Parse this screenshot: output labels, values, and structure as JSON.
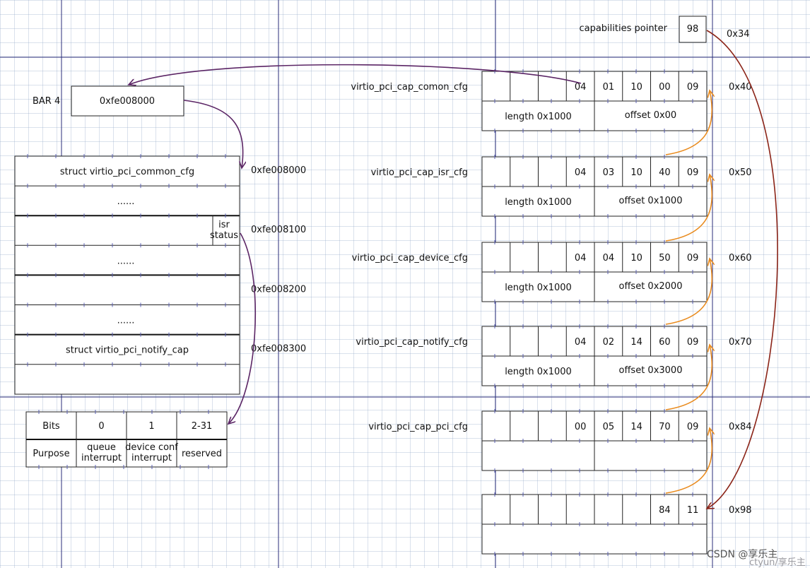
{
  "colors": {
    "purple_arrow": "#5b2565",
    "orange_arrow": "#e98b1e",
    "darkred_arrow": "#8b2418",
    "guide_line": "#2b2e7a"
  },
  "header": {
    "cap_pointer_label": "capabilities pointer",
    "cap_pointer_value": "98",
    "cap_pointer_offset": "0x34"
  },
  "bar4": {
    "label": "BAR 4",
    "value": "0xfe008000"
  },
  "memory_map": {
    "rows": [
      {
        "text": "struct virtio_pci_common_cfg",
        "addr": "0xfe008000"
      },
      {
        "text": "......",
        "addr": ""
      },
      {
        "text": "",
        "addr": "0xfe008100",
        "side_cell": [
          "isr",
          "status"
        ]
      },
      {
        "text": "......",
        "addr": ""
      },
      {
        "text": "",
        "addr": "0xfe008200"
      },
      {
        "text": "......",
        "addr": ""
      },
      {
        "text": "struct virtio_pci_notify_cap",
        "addr": "0xfe008300"
      },
      {
        "text": "",
        "addr": ""
      }
    ]
  },
  "isr_table": {
    "header": [
      "Bits",
      "0",
      "1",
      "2-31"
    ],
    "row": [
      [
        "Purpose"
      ],
      [
        "queue",
        "interrupt"
      ],
      [
        "device conf",
        "interrupt"
      ],
      [
        "reserved"
      ]
    ]
  },
  "caps": [
    {
      "name": "virtio_pci_cap_comon_cfg",
      "offset": "0x40",
      "bytes": [
        "",
        "",
        "",
        "04",
        "01",
        "10",
        "00",
        "09"
      ],
      "length": "length 0x1000",
      "cfg_offset": "offset 0x00"
    },
    {
      "name": "virtio_pci_cap_isr_cfg",
      "offset": "0x50",
      "bytes": [
        "",
        "",
        "",
        "04",
        "03",
        "10",
        "40",
        "09"
      ],
      "length": "length 0x1000",
      "cfg_offset": "offset 0x1000"
    },
    {
      "name": "virtio_pci_cap_device_cfg",
      "offset": "0x60",
      "bytes": [
        "",
        "",
        "",
        "04",
        "04",
        "10",
        "50",
        "09"
      ],
      "length": "length 0x1000",
      "cfg_offset": "offset 0x2000"
    },
    {
      "name": "virtio_pci_cap_notify_cfg",
      "offset": "0x70",
      "bytes": [
        "",
        "",
        "",
        "04",
        "02",
        "14",
        "60",
        "09"
      ],
      "length": "length 0x1000",
      "cfg_offset": "offset 0x3000"
    },
    {
      "name": "virtio_pci_cap_pci_cfg",
      "offset": "0x84",
      "bytes": [
        "",
        "",
        "",
        "00",
        "05",
        "14",
        "70",
        "09"
      ],
      "length": "",
      "cfg_offset": ""
    },
    {
      "name": "",
      "offset": "0x98",
      "bytes": [
        "",
        "",
        "",
        "",
        "",
        "",
        "84",
        "11"
      ],
      "length": "",
      "cfg_offset": ""
    }
  ],
  "watermark": {
    "text1": "CSDN @享乐主",
    "text2": "ctyun/享乐主"
  }
}
